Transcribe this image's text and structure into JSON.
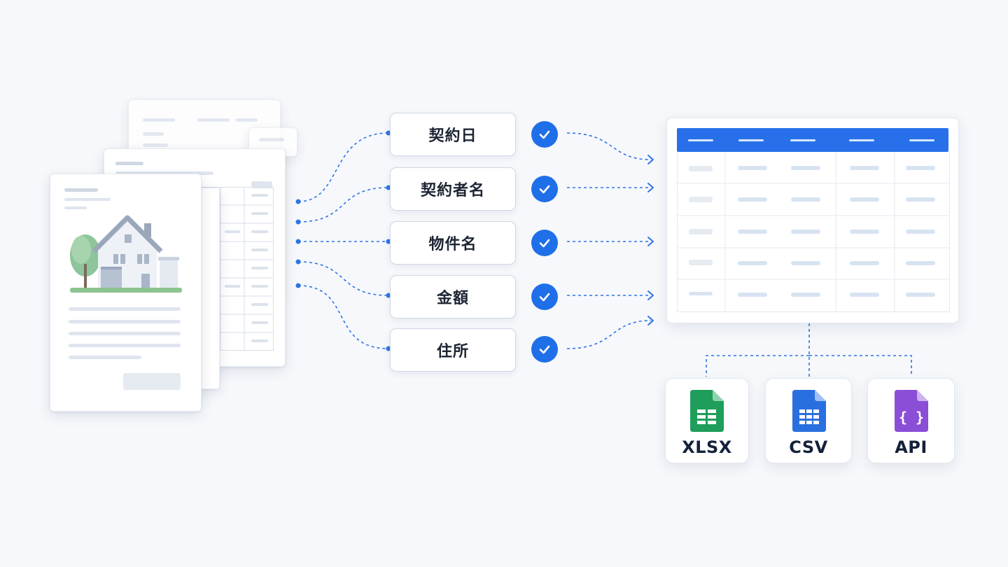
{
  "fields": [
    {
      "label": "契約日"
    },
    {
      "label": "契約者名"
    },
    {
      "label": "物件名"
    },
    {
      "label": "金額"
    },
    {
      "label": "住所"
    }
  ],
  "formats": [
    {
      "label": "XLSX",
      "color": "#1e9e5a",
      "icon": "spreadsheet-file-icon"
    },
    {
      "label": "CSV",
      "color": "#2a6fe0",
      "icon": "grid-file-icon"
    },
    {
      "label": "API",
      "color": "#8a4fd6",
      "icon": "code-braces-file-icon"
    }
  ],
  "colors": {
    "accent": "#1f6fe8",
    "connector": "#2f74e6",
    "table_header": "#2770ea"
  }
}
